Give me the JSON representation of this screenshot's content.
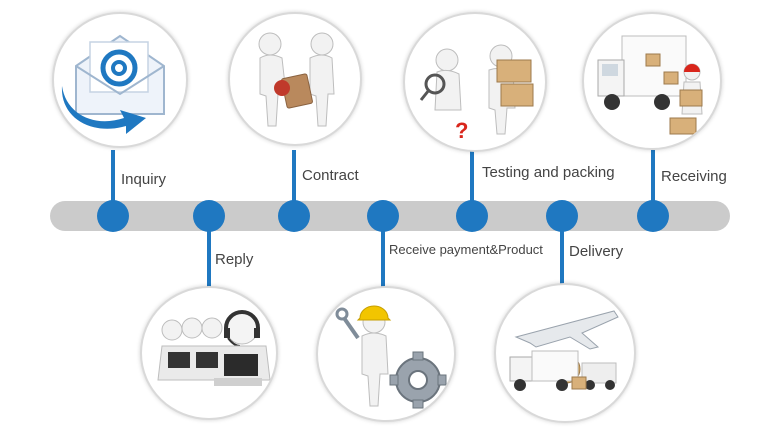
{
  "colors": {
    "accent": "#1f78c1",
    "bar": "#cbcbcb",
    "text": "#444444",
    "ring": "#d9d9d9"
  },
  "steps": [
    {
      "label": "Inquiry",
      "icon": "email-envelope-icon"
    },
    {
      "label": "Reply",
      "icon": "call-center-headset-icon"
    },
    {
      "label": "Contract",
      "icon": "signing-contract-icon"
    },
    {
      "label": "Receive payment&Product",
      "icon": "worker-gear-icon"
    },
    {
      "label": "Testing and packing",
      "icon": "inspection-packing-icon"
    },
    {
      "label": "Delivery",
      "icon": "plane-truck-delivery-icon"
    },
    {
      "label": "Receiving",
      "icon": "delivery-truck-receiving-icon"
    }
  ]
}
